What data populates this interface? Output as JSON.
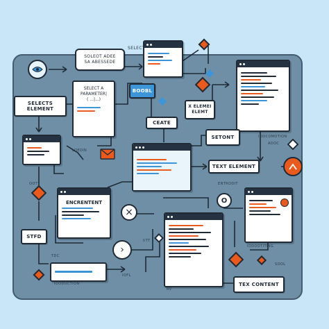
{
  "palette": {
    "background": "#c8e6f7",
    "board": "#6f8fa6",
    "ink": "#1f2a36",
    "orange": "#e85a1e",
    "blue": "#3d95d8"
  },
  "labels": {
    "select_top": "SELECT",
    "bubble_line1": "SOLEOT ADEE",
    "bubble_line2": "SA ABESSEDE",
    "selects_element": "SELECTS\nELEMENT",
    "select_a_parameter": "SELECT A\nPARAMETER|\n( ...|...)",
    "blue_tag": "BOOBL",
    "x_element": "X  ELEMEI\n  ELEMT",
    "create": "CEATE",
    "setont": "SETONT",
    "text_element": "TEXT ELEMENT",
    "encrentent": "ENCRENTENT",
    "stfd": "STFD",
    "tex_content": "TEX CONTENT",
    "circle_o": "O",
    "circle_x": "×",
    "circle_play": "›",
    "cap_loedin": "LOEDIN",
    "cap_iodcomotion": "IODCOMOTION",
    "cap_adoc": "ADOC",
    "cap_entrodit": "ENTRODIT",
    "cap_oott": "OOTT",
    "cap_itt": "IITT",
    "cap_tdc": "TDC",
    "cap_iofl": "IOFL",
    "cap_iodistiing": "IODOOTITING",
    "cap_soot": "SOOL",
    "cap_idodtion": "IDODUCTION",
    "cap_rv": "RV"
  },
  "icons": [
    "eye-icon",
    "speech-bubble-icon",
    "envelope-icon",
    "close-circle-icon",
    "play-circle-icon",
    "warning-circle-icon",
    "diamond-decision-icon"
  ]
}
